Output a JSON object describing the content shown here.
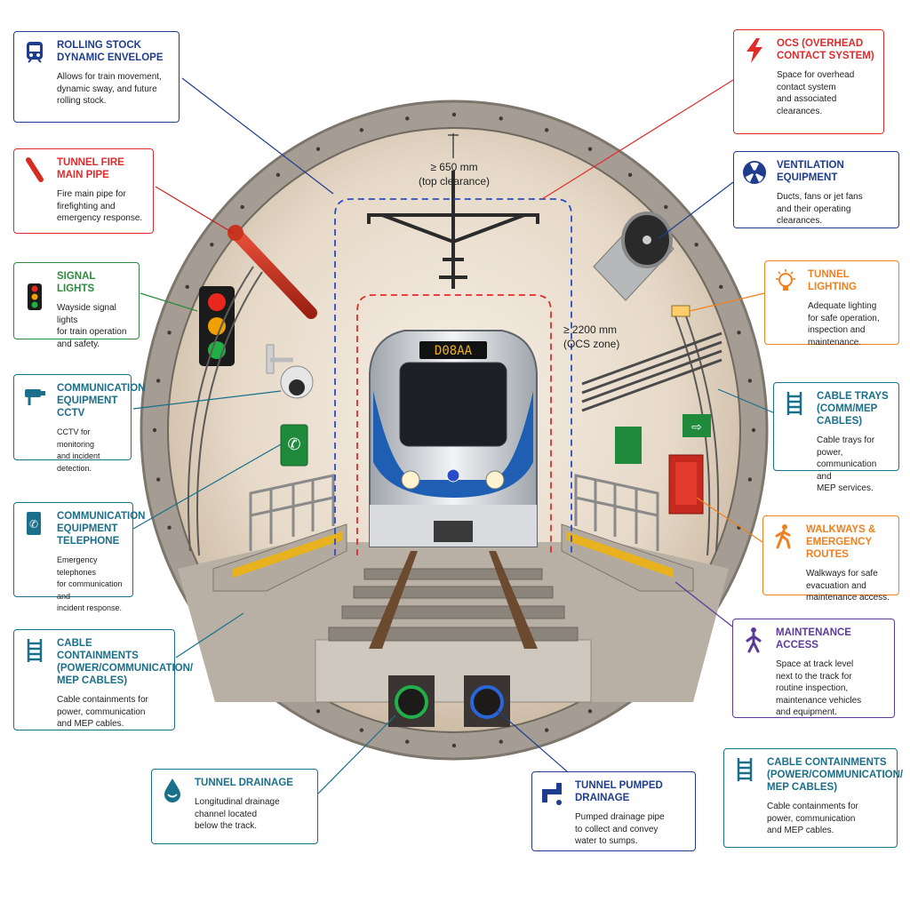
{
  "colors": {
    "blue": "#1f3d8f",
    "red": "#e02b2b",
    "green": "#2d8a3e",
    "teal": "#1a6f8a",
    "orange": "#f08020",
    "purple": "#5b3a9a",
    "concrete": "#9a9288",
    "tunnel_inner": "#ece2d6"
  },
  "train": {
    "destination": "D08AA"
  },
  "dimensions": {
    "top_value": "≥ 650 mm",
    "top_note": "(top clearance)",
    "side_value": "≥ 2200 mm",
    "side_note": "(OCS zone)"
  },
  "cards": [
    {
      "id": "rolling-stock",
      "icon": "train-icon",
      "color": "blue",
      "title": "ROLLING STOCK\nDYNAMIC ENVELOPE",
      "body": "Allows for train movement,\ndynamic sway, and future\nrolling stock."
    },
    {
      "id": "tunnel-fire",
      "icon": "fire-pipe-icon",
      "color": "red",
      "title": "TUNNEL FIRE\nMAIN PIPE",
      "body": "Fire main pipe for\nfirefighting and\nemergency response."
    },
    {
      "id": "signal-lights",
      "icon": "traffic-light-icon",
      "color": "green",
      "title": "SIGNAL LIGHTS",
      "body": "Wayside signal lights\nfor train operation\nand safety."
    },
    {
      "id": "comm-cctv",
      "icon": "cctv-icon",
      "color": "teal",
      "title": "COMMUNICATION\nEQUIPMENT\nCCTV",
      "body": "CCTV for monitoring\nand incident detection."
    },
    {
      "id": "comm-telephone",
      "icon": "telephone-icon",
      "color": "teal",
      "title": "COMMUNICATION\nEQUIPMENT\nTelephone",
      "body": "Emergency telephones\nfor communication and\nincident response."
    },
    {
      "id": "cable-contain-left",
      "icon": "cable-ladder-icon",
      "color": "teal",
      "title": "CABLE CONTAINMENTS\n(POWER/COMMUNICATION/\nMEP CABLES)",
      "body": "Cable containments for\npower, communication\nand MEP cables."
    },
    {
      "id": "tunnel-drainage",
      "icon": "water-drop-icon",
      "color": "teal",
      "title": "TUNNEL DRAINAGE",
      "body": "Longitudinal drainage\nchannel located\nbelow the track."
    },
    {
      "id": "pumped-drainage",
      "icon": "pipe-icon",
      "color": "blue",
      "title": "TUNNEL PUMPED DRAINAGE",
      "body": "Pumped drainage pipe\nto collect and convey\nwater to sumps."
    },
    {
      "id": "ocs",
      "icon": "lightning-icon",
      "color": "red",
      "title": "OCS (OVERHEAD\nCONTACT SYSTEM)",
      "body": "Space for overhead\ncontact system\nand associated\nclearances."
    },
    {
      "id": "ventilation",
      "icon": "fan-icon",
      "color": "blue",
      "title": "VENTILATION EQUIPMENT",
      "body": "Ducts, fans or jet fans\nand their operating\nclearances."
    },
    {
      "id": "lighting",
      "icon": "bulb-icon",
      "color": "orange",
      "title": "TUNNEL LIGHTING",
      "body": "Adequate lighting\nfor safe operation,\ninspection and\nmaintenance."
    },
    {
      "id": "cable-trays",
      "icon": "cable-ladder-icon",
      "color": "teal",
      "title": "CABLE TRAYS\n(COMM/MEP CABLES)",
      "body": "Cable trays for power,\ncommunication and\nMEP services."
    },
    {
      "id": "walkways",
      "icon": "walking-person-icon",
      "color": "orange",
      "title": "WALKWAYS &\nEMERGENCY ROUTES",
      "body": "Walkways for safe\nevacuation and\nmaintenance access."
    },
    {
      "id": "maintenance",
      "icon": "person-icon",
      "color": "purple",
      "title": "MAINTENANCE ACCESS",
      "body": "Space at track level\nnext to the track for\nroutine inspection,\nmaintenance vehicles\nand equipment."
    },
    {
      "id": "cable-contain-right",
      "icon": "cable-ladder-icon",
      "color": "teal",
      "title": "CABLE CONTAINMENTS\n(POWER/COMMUNICATION/\nMEP CABLES)",
      "body": "Cable containments for\npower, communication\nand MEP cables."
    }
  ]
}
